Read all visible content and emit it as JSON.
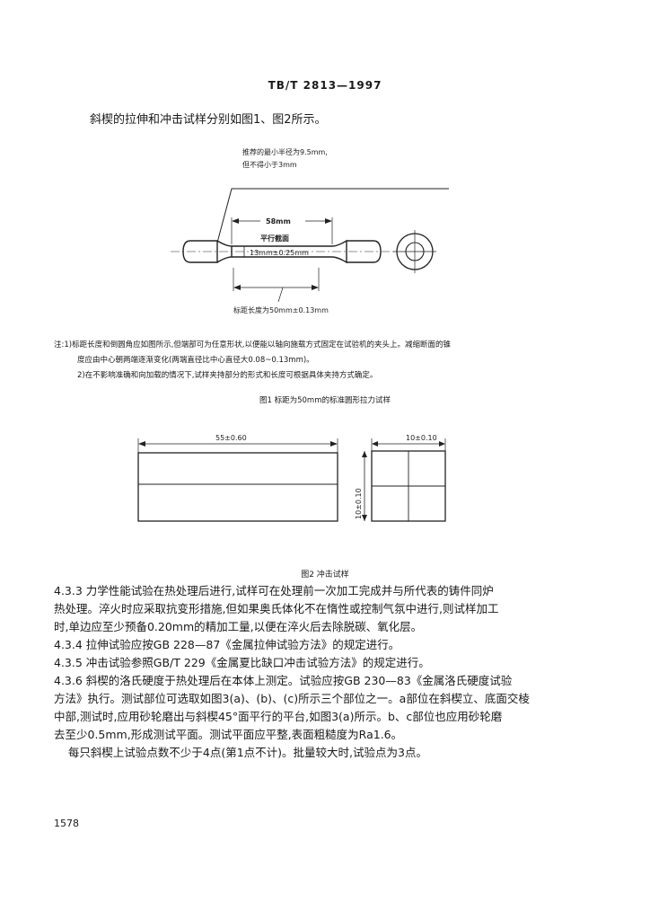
{
  "header": {
    "standard_number": "TB/T 2813—1997"
  },
  "intro_text": "斜楔的拉伸和冲击试样分别如图1、图2所示。",
  "figure1": {
    "note_line1": "推荐的最小半径为9.5mm,",
    "note_line2": "但不得小于3mm",
    "dim_58": "58mm",
    "label_parallel": "平行截面",
    "dim_diameter": "13mm±0.25mm",
    "dim_gauge": "标距长度为50mm±0.13mm",
    "caption": "图1  标距为50mm的标准圆形拉力试样"
  },
  "notes": {
    "line1": "注:1)标距长度和倒圆角应如图所示,但端部可为任意形状,以便能以轴向施载方式固定在试验机的夹头上。减缩断面的锥",
    "line2": "度应由中心朝两端逐渐变化(两端直径比中心直径大0.08~0.13mm)。",
    "line3": "2)在不影响准确和向加载的情况下,试样夹持部分的形式和长度可根据具体夹持方式确定。"
  },
  "figure2": {
    "dim_length": "55±0.60",
    "dim_width": "10±0.10",
    "dim_height": "10±0.10",
    "caption": "图2  冲击试样"
  },
  "sections": [
    {
      "line": "4.3.3  力学性能试验在热处理后进行,试样可在处理前一次加工完成并与所代表的铸件同炉"
    },
    {
      "line": "热处理。淬火时应采取抗变形措施,但如果奥氏体化不在惰性或控制气氛中进行,则试样加工"
    },
    {
      "line": "时,单边应至少预备0.20mm的精加工量,以便在淬火后去除脱碳、氧化层。"
    },
    {
      "line": "4.3.4  拉伸试验应按GB 228—87《金属拉伸试验方法》的规定进行。"
    },
    {
      "line": "4.3.5  冲击试验参照GB/T 229《金属夏比缺口冲击试验方法》的规定进行。"
    },
    {
      "line": "4.3.6  斜楔的洛氏硬度于热处理后在本体上测定。试验应按GB 230—83《金属洛氏硬度试验"
    },
    {
      "line": "方法》执行。测试部位可选取如图3(a)、(b)、(c)所示三个部位之一。a部位在斜楔立、底面交棱"
    },
    {
      "line": "中部,测试时,应用砂轮磨出与斜楔45°面平行的平台,如图3(a)所示。b、c部位也应用砂轮磨"
    },
    {
      "line": "去至少0.5mm,形成测试平面。测试平面应平整,表面粗糙度为Ra1.6。"
    },
    {
      "line": "    每只斜楔上试验点数不少于4点(第1点不计)。批量较大时,试验点为3点。"
    }
  ],
  "page_number": "1578"
}
